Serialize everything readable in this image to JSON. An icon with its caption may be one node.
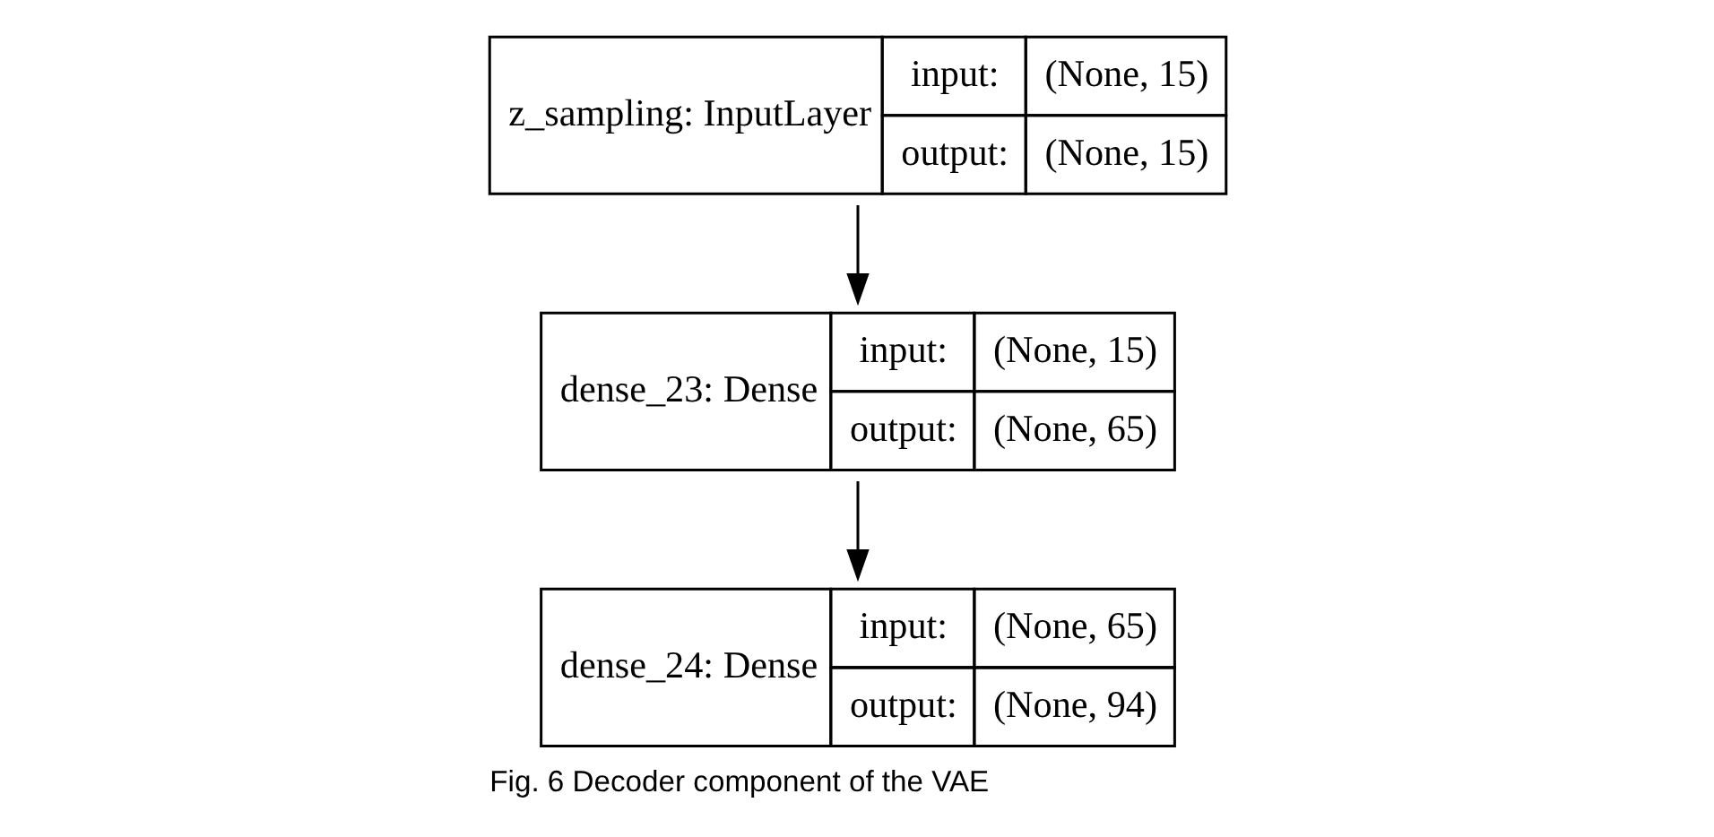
{
  "diagram": {
    "caption": "Fig. 6 Decoder component of the VAE",
    "nodes": [
      {
        "text": [
          "z_sampling: InputLayer",
          "input:",
          "(None, 15)",
          "output:",
          "(None, 15)"
        ]
      },
      {
        "text": [
          "dense_23: Dense",
          "input:",
          "(None, 15)",
          "output:",
          "(None, 65)"
        ]
      },
      {
        "text": [
          "dense_24: Dense",
          "input:",
          "(None, 65)",
          "output:",
          "(None, 94)"
        ]
      }
    ],
    "edges": [
      {
        "from": 0,
        "to": 1,
        "arrow": "to"
      },
      {
        "from": 1,
        "to": 2,
        "arrow": "to"
      }
    ]
  }
}
